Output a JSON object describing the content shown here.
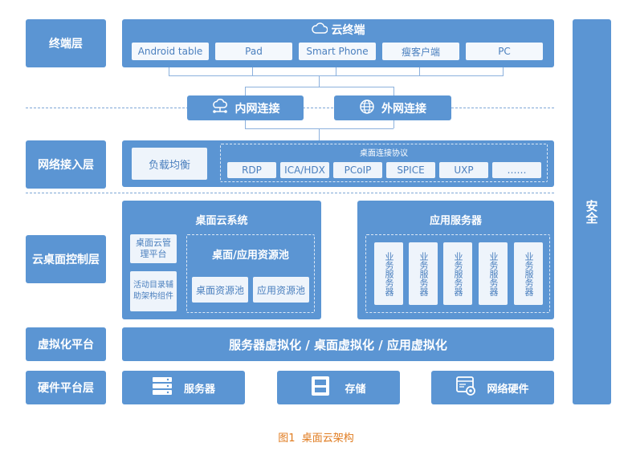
{
  "layers": {
    "terminal": "终端层",
    "network": "网络接入层",
    "control": "云桌面控制层",
    "virtual": "虚拟化平台",
    "hardware": "硬件平台层"
  },
  "security": "安全",
  "cloud_terminal": {
    "title": "云终端",
    "devices": [
      "Android table",
      "Pad",
      "Smart Phone",
      "瘦客户端",
      "PC"
    ]
  },
  "connections": {
    "intranet": "内网连接",
    "extranet": "外网连接"
  },
  "network_access": {
    "load_balance": "负载均衡",
    "protocol_title": "桌面连接协议",
    "protocols": [
      "RDP",
      "ICA/HDX",
      "PCoIP",
      "SPICE",
      "UXP",
      "……"
    ]
  },
  "desktop_system": {
    "title": "桌面云系统",
    "mgmt": "桌面云管理平台",
    "directory": "活动目录辅助架构组件",
    "pool_title": "桌面/应用资源池",
    "pools": [
      "桌面资源池",
      "应用资源池"
    ]
  },
  "app_servers": {
    "title": "应用服务器",
    "items": [
      "业务服务器",
      "业务服务器",
      "业务服务器",
      "业务服务器",
      "业务服务器"
    ]
  },
  "virtualization": "服务器虚拟化 / 桌面虚拟化 / 应用虚拟化",
  "hardware": {
    "server": "服务器",
    "storage": "存储",
    "network_hw": "网络硬件"
  },
  "caption": "图1  桌面云架构",
  "colors": {
    "primary": "#5b95d3",
    "caption": "#e07b1f"
  }
}
